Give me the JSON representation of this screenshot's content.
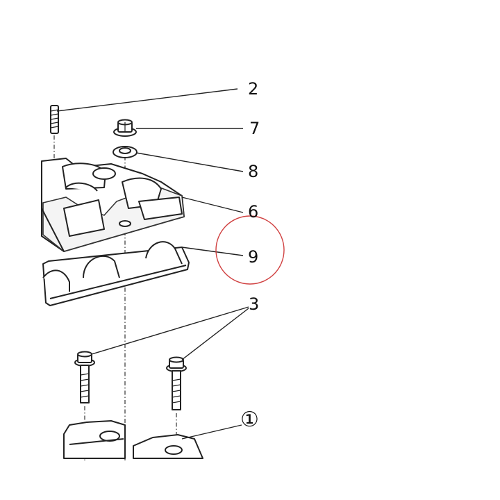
{
  "callouts": {
    "c2": "2",
    "c7": "7",
    "c8": "8",
    "c6": "6",
    "c9": "9",
    "c3": "3",
    "c1": "①"
  },
  "colors": {
    "highlight_circle": "#d04040",
    "line": "#222222",
    "background": "#ffffff"
  }
}
